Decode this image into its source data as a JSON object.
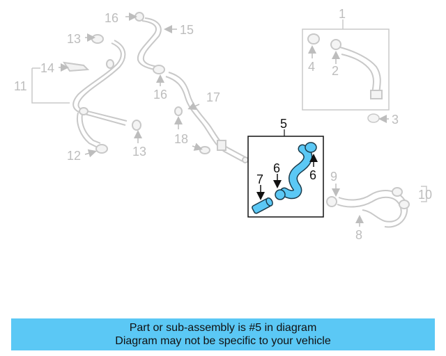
{
  "diagram": {
    "callouts": {
      "c1": "1",
      "c2": "2",
      "c3": "3",
      "c4": "4",
      "c5": "5",
      "c6a": "6",
      "c6b": "6",
      "c7": "7",
      "c8": "8",
      "c9": "9",
      "c10": "10",
      "c11": "11",
      "c12": "12",
      "c13a": "13",
      "c13b": "13",
      "c14": "14",
      "c15": "15",
      "c16a": "16",
      "c16b": "16",
      "c17": "17",
      "c18": "18"
    },
    "colors": {
      "faded_line": "#c8c8c8",
      "highlight_hose": "#5bc8f5",
      "highlight_outline": "#1a3a4a",
      "box_outline": "#111111"
    },
    "highlighted_part": "5"
  },
  "banner": {
    "line1": "Part or sub-assembly is #5 in diagram",
    "line2": "Diagram may not be specific to your vehicle",
    "color": "#5bc8f5"
  }
}
